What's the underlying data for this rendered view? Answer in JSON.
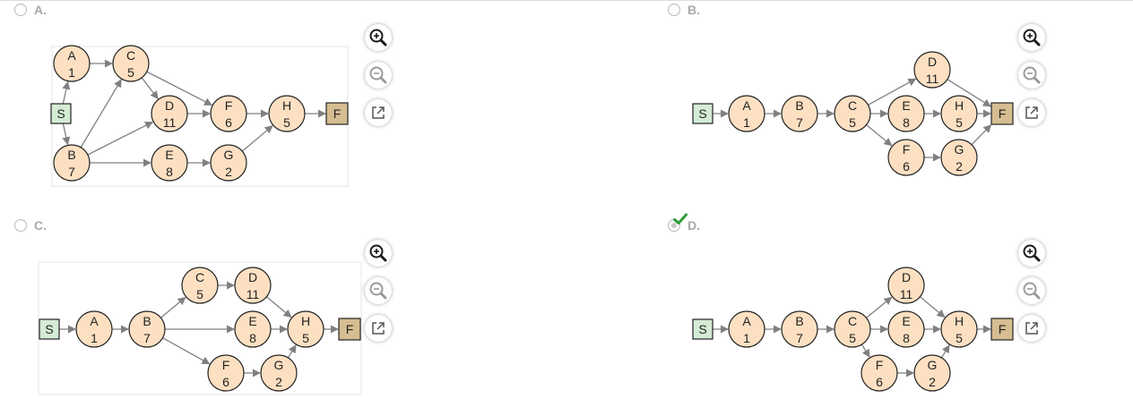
{
  "options": [
    {
      "label": "A.",
      "selected": false,
      "correct": false,
      "nodes": [
        {
          "id": "S",
          "type": "start",
          "label": "S"
        },
        {
          "id": "A",
          "type": "task",
          "letter": "A",
          "duration": "1"
        },
        {
          "id": "B",
          "type": "task",
          "letter": "B",
          "duration": "7"
        },
        {
          "id": "C",
          "type": "task",
          "letter": "C",
          "duration": "5"
        },
        {
          "id": "D",
          "type": "task",
          "letter": "D",
          "duration": "11"
        },
        {
          "id": "E",
          "type": "task",
          "letter": "E",
          "duration": "8"
        },
        {
          "id": "F",
          "type": "task",
          "letter": "F",
          "duration": "6"
        },
        {
          "id": "G",
          "type": "task",
          "letter": "G",
          "duration": "2"
        },
        {
          "id": "H",
          "type": "task",
          "letter": "H",
          "duration": "5"
        },
        {
          "id": "FIN",
          "type": "finish",
          "label": "F"
        }
      ],
      "edges": [
        [
          "S",
          "A"
        ],
        [
          "S",
          "B"
        ],
        [
          "A",
          "C"
        ],
        [
          "B",
          "C"
        ],
        [
          "B",
          "D"
        ],
        [
          "B",
          "E"
        ],
        [
          "C",
          "D"
        ],
        [
          "C",
          "F"
        ],
        [
          "D",
          "F"
        ],
        [
          "E",
          "G"
        ],
        [
          "F",
          "H"
        ],
        [
          "G",
          "H"
        ],
        [
          "H",
          "FIN"
        ]
      ]
    },
    {
      "label": "B.",
      "selected": false,
      "correct": false,
      "nodes": [
        {
          "id": "S",
          "type": "start",
          "label": "S"
        },
        {
          "id": "A",
          "type": "task",
          "letter": "A",
          "duration": "1"
        },
        {
          "id": "B",
          "type": "task",
          "letter": "B",
          "duration": "7"
        },
        {
          "id": "C",
          "type": "task",
          "letter": "C",
          "duration": "5"
        },
        {
          "id": "D",
          "type": "task",
          "letter": "D",
          "duration": "11"
        },
        {
          "id": "E",
          "type": "task",
          "letter": "E",
          "duration": "8"
        },
        {
          "id": "H",
          "type": "task",
          "letter": "H",
          "duration": "5"
        },
        {
          "id": "F",
          "type": "task",
          "letter": "F",
          "duration": "6"
        },
        {
          "id": "G",
          "type": "task",
          "letter": "G",
          "duration": "2"
        },
        {
          "id": "FIN",
          "type": "finish",
          "label": "F"
        }
      ],
      "edges": [
        [
          "S",
          "A"
        ],
        [
          "A",
          "B"
        ],
        [
          "B",
          "C"
        ],
        [
          "C",
          "D"
        ],
        [
          "C",
          "E"
        ],
        [
          "C",
          "F"
        ],
        [
          "D",
          "FIN"
        ],
        [
          "E",
          "H"
        ],
        [
          "H",
          "FIN"
        ],
        [
          "F",
          "G"
        ],
        [
          "G",
          "FIN"
        ]
      ]
    },
    {
      "label": "C.",
      "selected": false,
      "correct": false,
      "nodes": [
        {
          "id": "S",
          "type": "start",
          "label": "S"
        },
        {
          "id": "A",
          "type": "task",
          "letter": "A",
          "duration": "1"
        },
        {
          "id": "B",
          "type": "task",
          "letter": "B",
          "duration": "7"
        },
        {
          "id": "C",
          "type": "task",
          "letter": "C",
          "duration": "5"
        },
        {
          "id": "D",
          "type": "task",
          "letter": "D",
          "duration": "11"
        },
        {
          "id": "E",
          "type": "task",
          "letter": "E",
          "duration": "8"
        },
        {
          "id": "F",
          "type": "task",
          "letter": "F",
          "duration": "6"
        },
        {
          "id": "G",
          "type": "task",
          "letter": "G",
          "duration": "2"
        },
        {
          "id": "H",
          "type": "task",
          "letter": "H",
          "duration": "5"
        },
        {
          "id": "FIN",
          "type": "finish",
          "label": "F"
        }
      ],
      "edges": [
        [
          "S",
          "A"
        ],
        [
          "A",
          "B"
        ],
        [
          "B",
          "C"
        ],
        [
          "B",
          "E"
        ],
        [
          "B",
          "F"
        ],
        [
          "C",
          "D"
        ],
        [
          "D",
          "H"
        ],
        [
          "E",
          "H"
        ],
        [
          "F",
          "G"
        ],
        [
          "G",
          "H"
        ],
        [
          "H",
          "FIN"
        ]
      ]
    },
    {
      "label": "D.",
      "selected": true,
      "correct": true,
      "nodes": [
        {
          "id": "S",
          "type": "start",
          "label": "S"
        },
        {
          "id": "A",
          "type": "task",
          "letter": "A",
          "duration": "1"
        },
        {
          "id": "B",
          "type": "task",
          "letter": "B",
          "duration": "7"
        },
        {
          "id": "C",
          "type": "task",
          "letter": "C",
          "duration": "5"
        },
        {
          "id": "D",
          "type": "task",
          "letter": "D",
          "duration": "11"
        },
        {
          "id": "E",
          "type": "task",
          "letter": "E",
          "duration": "8"
        },
        {
          "id": "H",
          "type": "task",
          "letter": "H",
          "duration": "5"
        },
        {
          "id": "F",
          "type": "task",
          "letter": "F",
          "duration": "6"
        },
        {
          "id": "G",
          "type": "task",
          "letter": "G",
          "duration": "2"
        },
        {
          "id": "FIN",
          "type": "finish",
          "label": "F"
        }
      ],
      "edges": [
        [
          "S",
          "A"
        ],
        [
          "A",
          "B"
        ],
        [
          "B",
          "C"
        ],
        [
          "C",
          "D"
        ],
        [
          "C",
          "E"
        ],
        [
          "C",
          "F"
        ],
        [
          "D",
          "H"
        ],
        [
          "E",
          "H"
        ],
        [
          "F",
          "G"
        ],
        [
          "G",
          "H"
        ],
        [
          "H",
          "FIN"
        ]
      ]
    }
  ],
  "controls": [
    "zoom-in-icon",
    "zoom-out-icon",
    "open-new-window-icon"
  ],
  "colors": {
    "task_fill": "#fde0c2",
    "start_fill": "#d5ecd4",
    "finish_fill": "#d6bd92",
    "edge": "#808080",
    "check": "#2e9c3a",
    "label": "#a9a9a9"
  }
}
